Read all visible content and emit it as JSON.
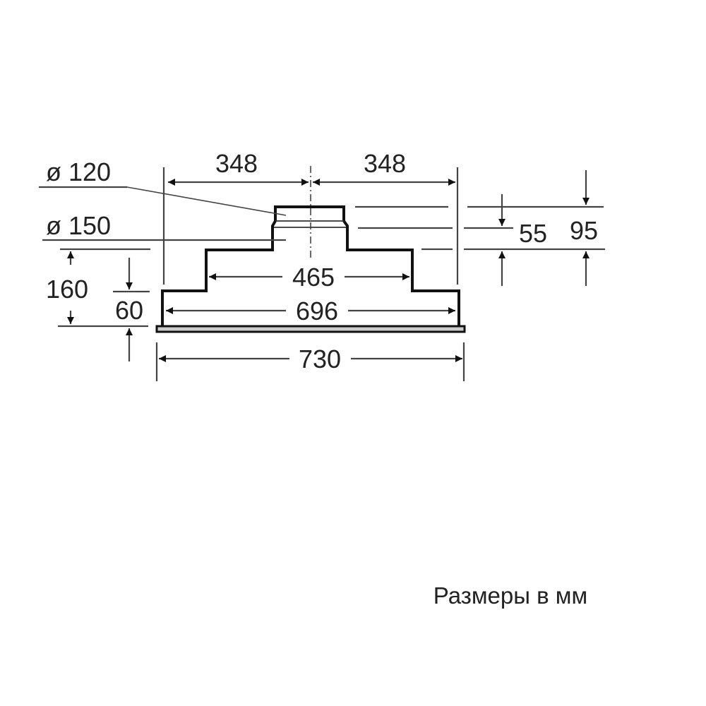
{
  "diagram": {
    "title": "Размеры в мм",
    "dimensions": {
      "left_half_width": "348",
      "right_half_width": "348",
      "outlet_diameter_small": "ø 120",
      "outlet_diameter_large": "ø 150",
      "total_height": "160",
      "base_height": "60",
      "middle_width": "465",
      "base_width": "696",
      "plate_width": "730",
      "collar_height_small": "55",
      "collar_height_large": "95"
    },
    "units": "mm"
  }
}
